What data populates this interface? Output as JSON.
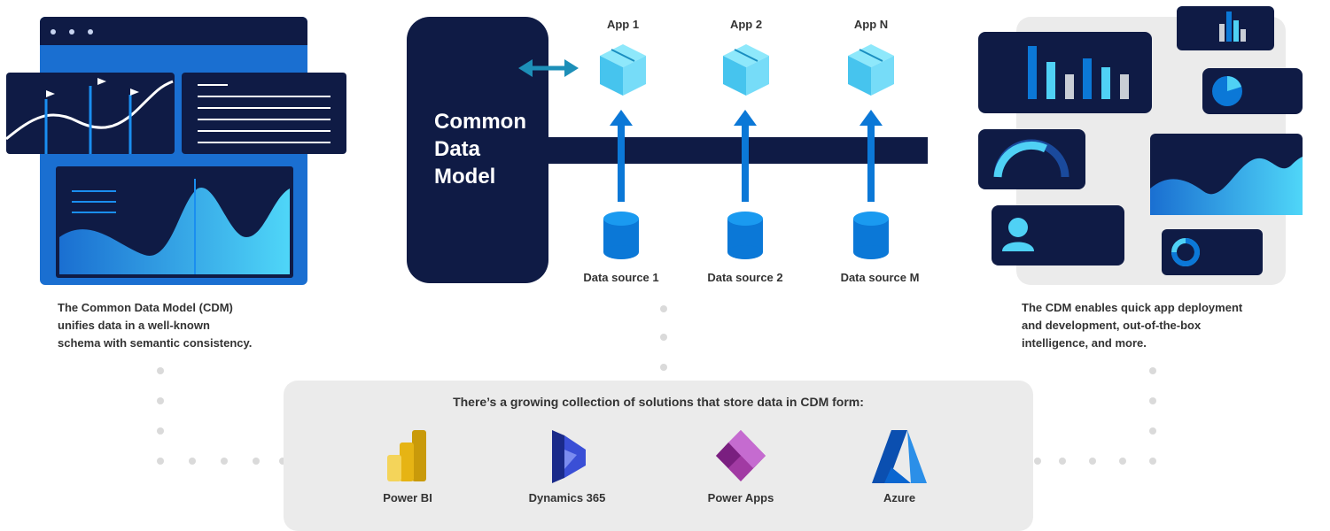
{
  "left": {
    "caption": [
      "The Common Data Model (CDM)",
      "unifies data in a well-known",
      "schema with semantic consistency."
    ]
  },
  "center": {
    "cdm_title": [
      "Common",
      "Data",
      "Model"
    ],
    "apps": [
      "App 1",
      "App 2",
      "App N"
    ],
    "sources": [
      "Data source 1",
      "Data source 2",
      "Data source M"
    ]
  },
  "right": {
    "caption": [
      "The CDM enables quick app deployment",
      "and development, out-of-the-box",
      "intelligence, and more."
    ]
  },
  "bottom": {
    "title": "There’s a growing collection of solutions that store data in CDM form:",
    "products": [
      {
        "label": "Power BI",
        "icon": "power-bi-icon"
      },
      {
        "label": "Dynamics 365",
        "icon": "dynamics-365-icon"
      },
      {
        "label": "Power Apps",
        "icon": "power-apps-icon"
      },
      {
        "label": "Azure",
        "icon": "azure-icon"
      }
    ]
  },
  "colors": {
    "navy": "#0f1b45",
    "blue": "#0b78d7",
    "cyan": "#4fd1f5",
    "gray_panel": "#ebebeb"
  }
}
